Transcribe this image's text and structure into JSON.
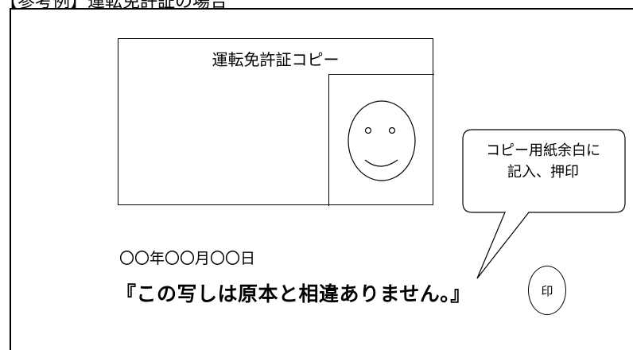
{
  "header": {
    "caption": "【参考例】運転免許証の場合"
  },
  "license_card": {
    "title": "運転免許証コピー"
  },
  "certification": {
    "date": "〇〇年〇〇月〇〇日",
    "statement": "『この写しは原本と相違ありません。』",
    "seal_label": "印"
  },
  "callout": {
    "line1": "コピー用紙余白に",
    "line2": "記入、押印"
  }
}
